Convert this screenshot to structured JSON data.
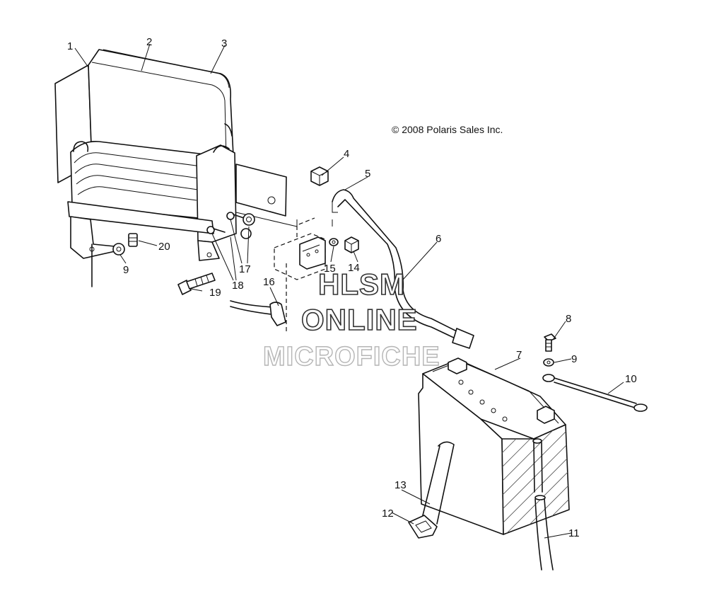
{
  "copyright": "© 2008 Polaris Sales Inc.",
  "watermark": {
    "line1": "HLSM",
    "line2": "ONLINE",
    "line3": "MICROFICHE"
  },
  "callouts": [
    "1",
    "2",
    "3",
    "4",
    "5",
    "6",
    "7",
    "8",
    "9",
    "9",
    "10",
    "11",
    "12",
    "13",
    "14",
    "15",
    "16",
    "17",
    "18",
    "19",
    "20"
  ]
}
